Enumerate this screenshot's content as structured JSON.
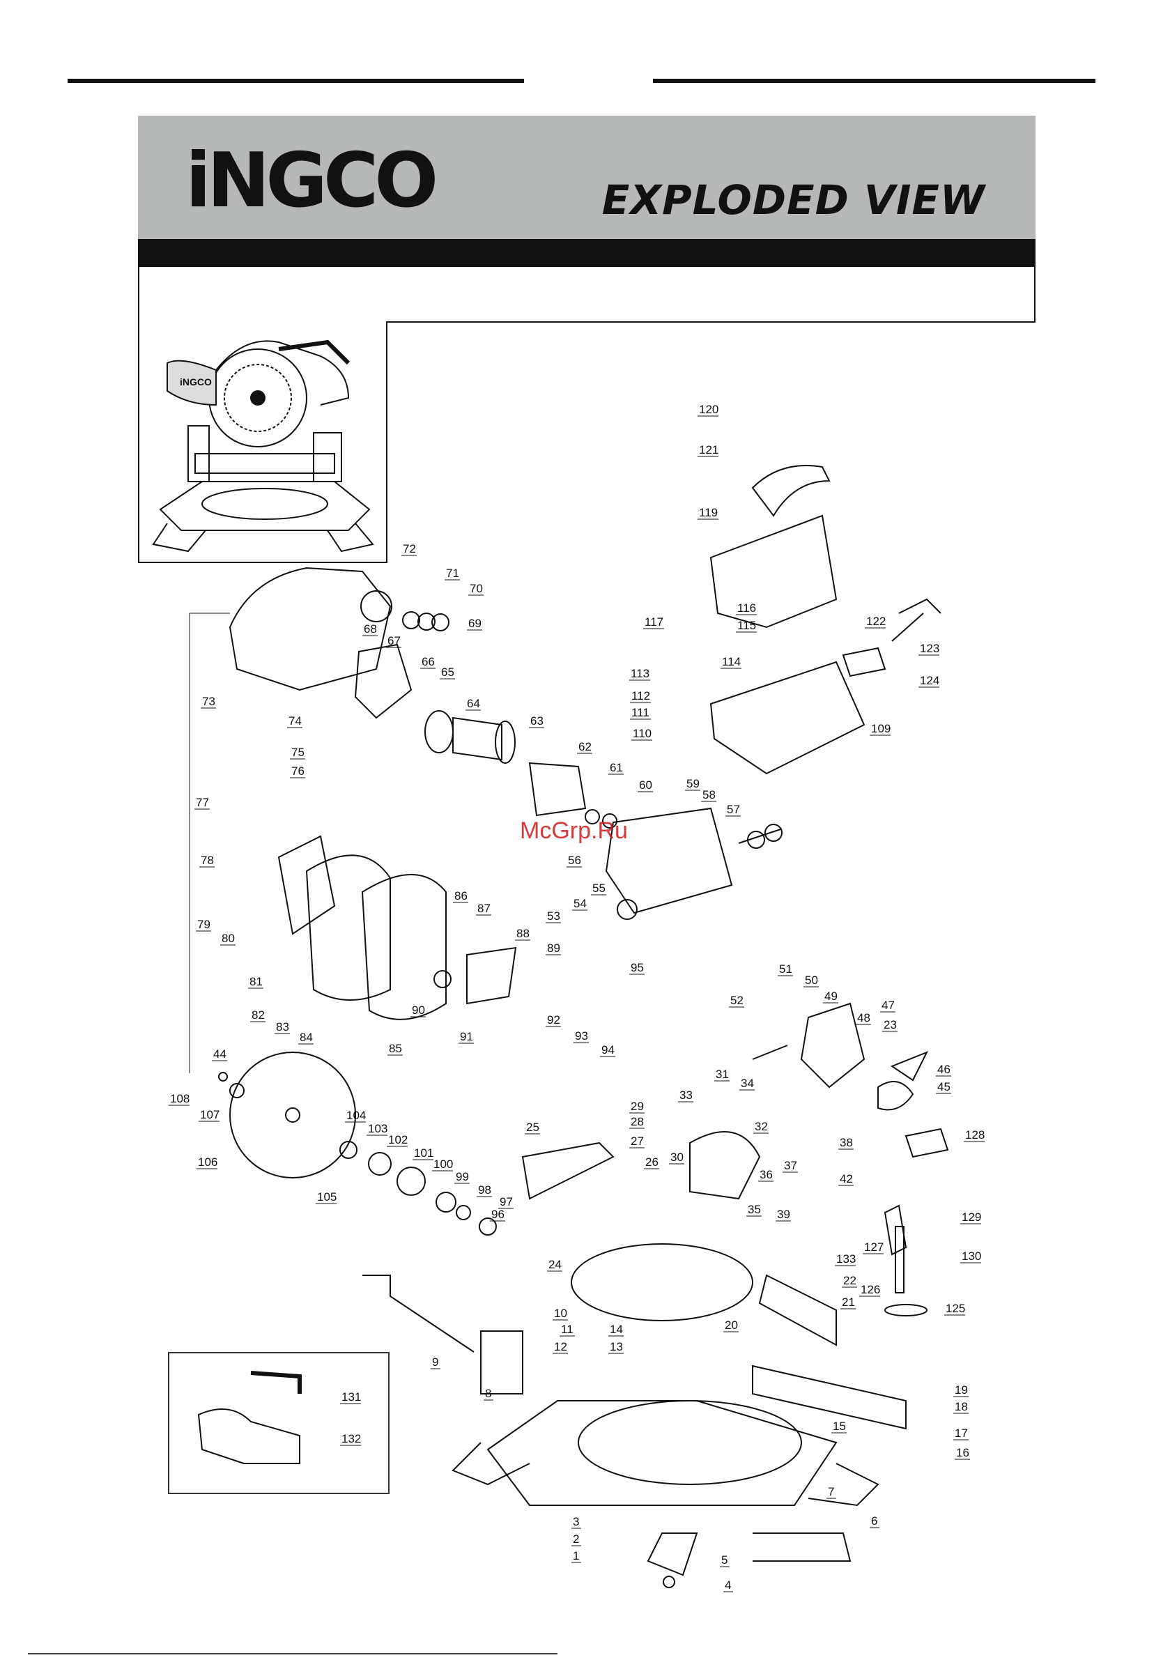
{
  "header": {
    "brand": "iNGCO",
    "title": "EXPLODED VIEW"
  },
  "watermark": "McGrp.Ru",
  "thumbnail": {
    "brand_decal": "iNGCO"
  },
  "part_labels": [
    "1",
    "2",
    "3",
    "4",
    "5",
    "6",
    "7",
    "8",
    "9",
    "10",
    "11",
    "12",
    "13",
    "14",
    "15",
    "16",
    "17",
    "18",
    "19",
    "20",
    "21",
    "22",
    "23",
    "24",
    "25",
    "26",
    "27",
    "28",
    "29",
    "30",
    "31",
    "32",
    "33",
    "34",
    "35",
    "36",
    "37",
    "38",
    "39",
    "42",
    "44",
    "45",
    "46",
    "47",
    "48",
    "49",
    "50",
    "51",
    "52",
    "53",
    "54",
    "55",
    "56",
    "57",
    "58",
    "59",
    "60",
    "61",
    "62",
    "63",
    "64",
    "65",
    "66",
    "67",
    "68",
    "69",
    "70",
    "71",
    "72",
    "73",
    "74",
    "75",
    "76",
    "77",
    "78",
    "79",
    "80",
    "81",
    "82",
    "83",
    "84",
    "85",
    "86",
    "87",
    "88",
    "89",
    "90",
    "91",
    "92",
    "93",
    "94",
    "95",
    "96",
    "97",
    "98",
    "99",
    "100",
    "101",
    "102",
    "103",
    "104",
    "105",
    "106",
    "107",
    "108",
    "109",
    "110",
    "111",
    "112",
    "113",
    "114",
    "115",
    "116",
    "117",
    "119",
    "120",
    "121",
    "122",
    "123",
    "124",
    "125",
    "126",
    "127",
    "128",
    "129",
    "130",
    "131",
    "132",
    "133"
  ],
  "colors": {
    "header_bg": "#b6b8b7",
    "bar": "#111111",
    "watermark": "#d01b1b"
  }
}
